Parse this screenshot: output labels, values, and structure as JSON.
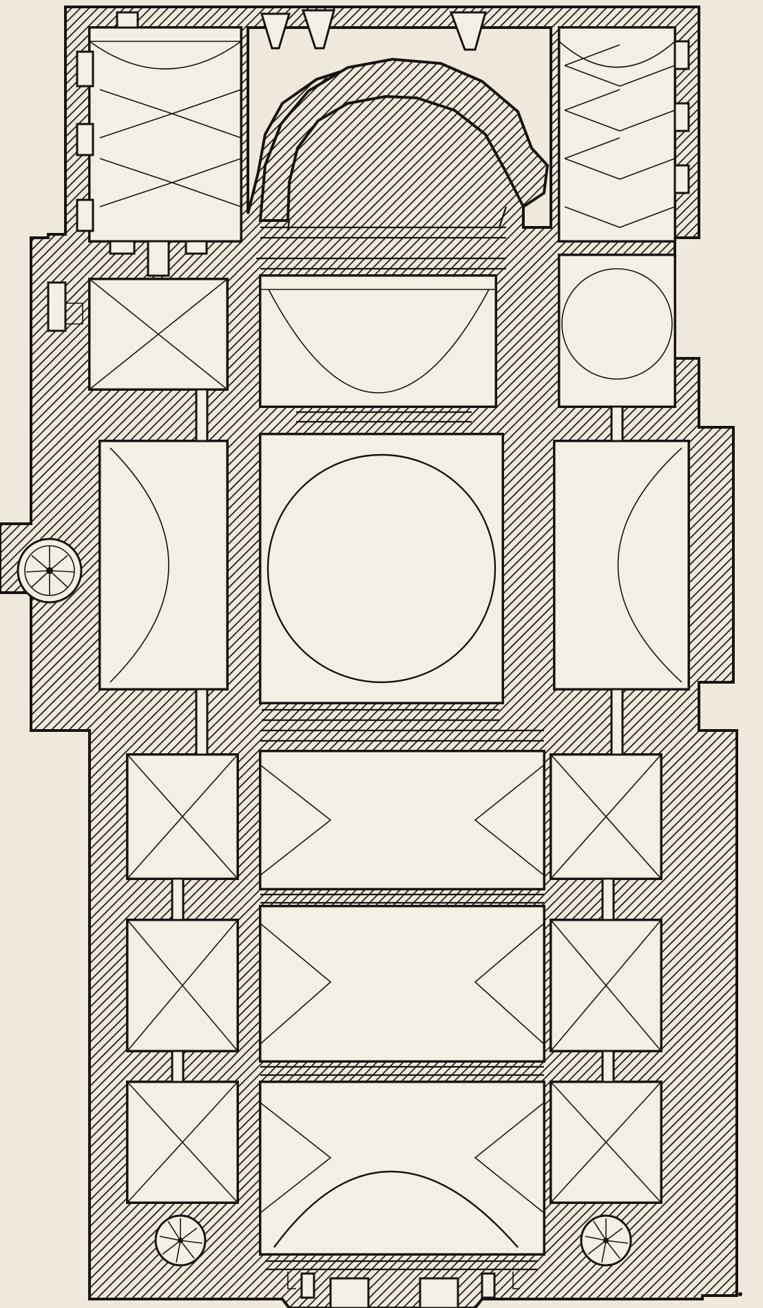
{
  "colors": {
    "paper": "#efe9dd",
    "ink": "#161310",
    "bay_fill": "#f4efe4"
  },
  "plan": {
    "hatch_style": "diagonal-hatch",
    "features": [
      "exterior-wall",
      "apse-arch",
      "nave-dome-circle",
      "cross-vault",
      "spiral-staircase",
      "portal-steps"
    ]
  }
}
